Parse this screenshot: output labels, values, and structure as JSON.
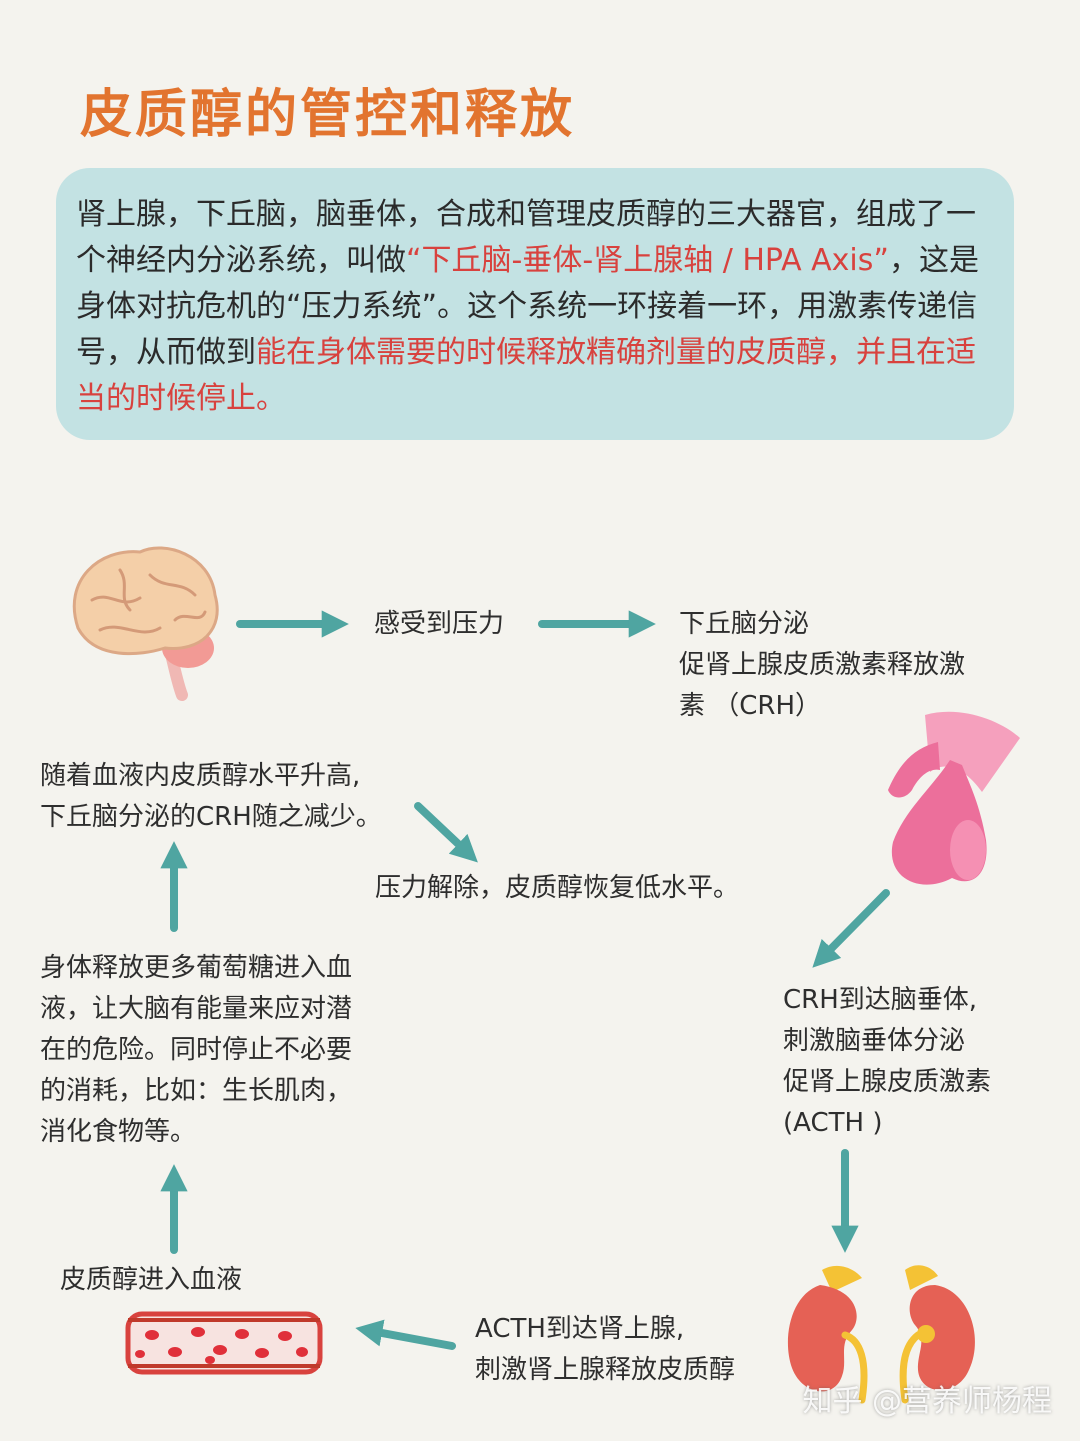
{
  "title": "皮质醇的管控和释放",
  "intro": {
    "p1": "肾上腺，下丘脑，脑垂体，合成和管理皮质醇的三大器官，组成了一个神经内分泌系统，叫做",
    "hl1": "“下丘脑-垂体-肾上腺轴 / HPA Axis”",
    "p2": "，这是身体对抗危机的“压力系统”。这个系统一环接着一环，用激素传递信号，从而做到",
    "hl2": "能在身体需要的时候释放精确剂量的皮质醇，并且在适当的时候停止。"
  },
  "nodes": {
    "stress": "感受到压力",
    "crh": [
      "下丘脑分泌",
      "促肾上腺皮质激素释放激",
      "素 （CRH）"
    ],
    "acth": [
      "CRH到达脑垂体,",
      "刺激脑垂体分泌",
      "促肾上腺皮质激素",
      "(ACTH )"
    ],
    "adrenal": [
      "ACTH到达肾上腺,",
      "刺激肾上腺释放皮质醇"
    ],
    "blood": "皮质醇进入血液",
    "glucose": [
      "身体释放更多葡萄糖进入血",
      "液，让大脑有能量来应对潜",
      "在的危险。同时停止不必要",
      "的消耗，比如：生长肌肉，",
      "消化食物等。"
    ],
    "feedback": [
      "随着血液内皮质醇水平升高,",
      "下丘脑分泌的CRH随之减少。"
    ],
    "relief": "压力解除，皮质醇恢复低水平。"
  },
  "icons": [
    "brain-icon",
    "pituitary-icon",
    "kidneys-icon",
    "blood-vessel-icon"
  ],
  "colors": {
    "title": "#e2742f",
    "highlight": "#d8423e",
    "arrow": "#4fa5a1",
    "box": "#c3e2e3"
  },
  "watermark": "知乎 @营养师杨程"
}
